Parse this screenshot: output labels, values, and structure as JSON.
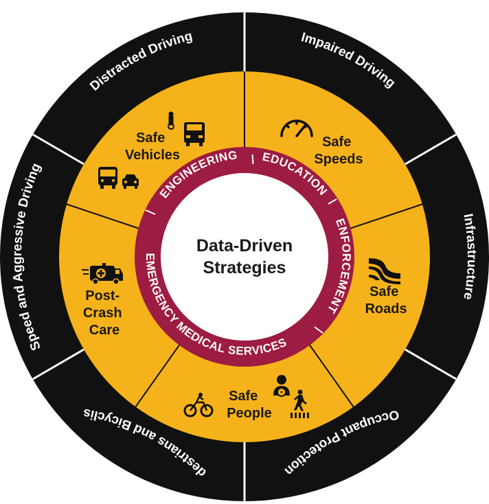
{
  "center": {
    "line1": "Data-Driven",
    "line2": "Strategies"
  },
  "inner_ring": {
    "engineering": "ENGINEERING",
    "education": "EDUCATION",
    "enforcement": "ENFORCEMENT",
    "ems": "EMERGENCY MEDICAL SERVICES"
  },
  "segments": {
    "vehicles": [
      "Safe",
      "Vehicles"
    ],
    "speeds": [
      "Safe",
      "Speeds"
    ],
    "roads": [
      "Safe",
      "Roads"
    ],
    "people": [
      "Safe",
      "People"
    ],
    "postcrash": [
      "Post-",
      "Crash",
      "Care"
    ]
  },
  "outer": {
    "distracted": "Distracted Driving",
    "impaired": "Impaired Driving",
    "infrastructure": "Infrastructure",
    "occupant": "Occupant Protection",
    "pedestrians": "Pedestrians and Bicyclists",
    "speed": "Speed and Aggressive Driving"
  },
  "colors": {
    "outer": "#111111",
    "segment": "#f6b21a",
    "ring": "#9d1c41",
    "center": "#ffffff",
    "text_dark": "#1a1a1a"
  },
  "icons": [
    "motorcycle-icon",
    "truck-icon",
    "bus-icon",
    "car-icon",
    "speedometer-icon",
    "road-icon",
    "ambulance-icon",
    "cyclist-icon",
    "driver-icon",
    "pedestrian-crossing-icon"
  ]
}
